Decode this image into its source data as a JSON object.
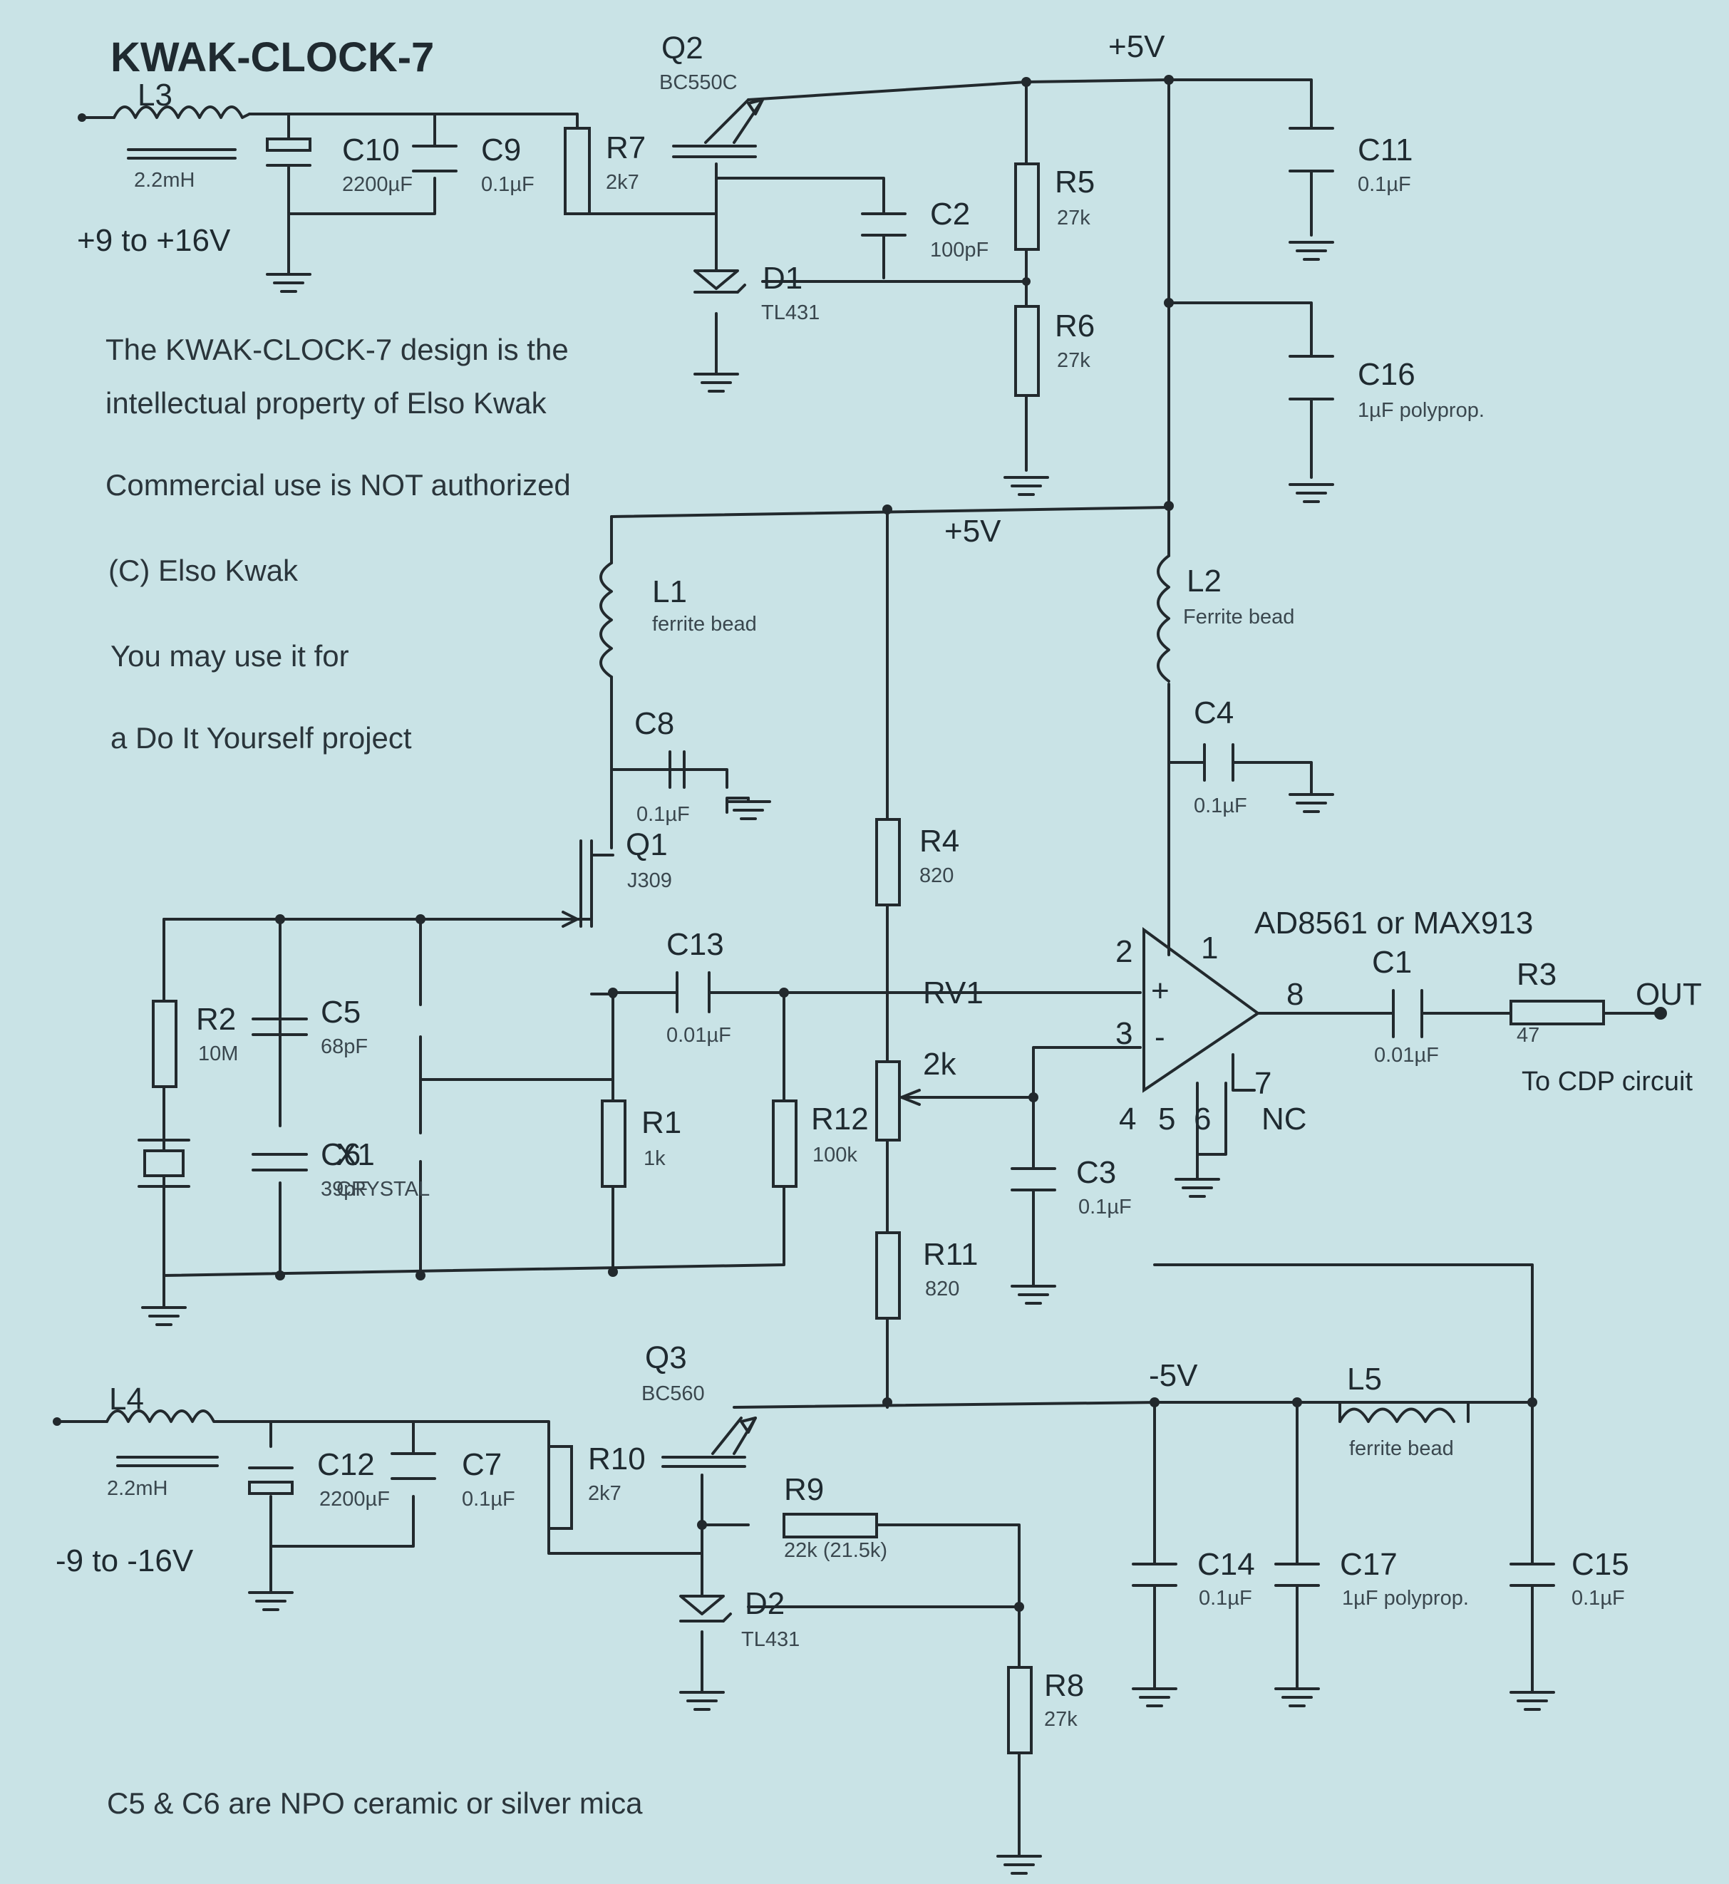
{
  "title": "KWAK-CLOCK-7",
  "notes": [
    "The KWAK-CLOCK-7 design is the",
    "intellectual property of Elso Kwak",
    "Commercial use is NOT authorized",
    "(C) Elso Kwak",
    "You may use it for",
    "a Do It Yourself project"
  ],
  "footer_note": "C5 & C6 are NPO ceramic or silver mica",
  "rails": {
    "pos_top": "+5V",
    "pos_mid": "+5V",
    "neg": "-5V"
  },
  "inputs": {
    "pos_supply": "+9 to +16V",
    "neg_supply": "-9 to -16V"
  },
  "opamp": {
    "name": "AD8561 or MAX913",
    "pin1": "1",
    "pin2": "2",
    "pin3": "3",
    "pin4": "4",
    "pin5": "5",
    "pin6": "6",
    "pin7": "7",
    "pin8": "8",
    "nc": "NC",
    "plus": "+",
    "minus": "-"
  },
  "output": {
    "label": "OUT",
    "dest": "To CDP circuit"
  },
  "components": {
    "L3": {
      "ref": "L3",
      "value": "2.2mH"
    },
    "C10": {
      "ref": "C10",
      "value": "2200µF"
    },
    "C9": {
      "ref": "C9",
      "value": "0.1µF"
    },
    "R7": {
      "ref": "R7",
      "value": "2k7"
    },
    "Q2": {
      "ref": "Q2",
      "value": "BC550C"
    },
    "C2": {
      "ref": "C2",
      "value": "100pF"
    },
    "D1": {
      "ref": "D1",
      "value": "TL431"
    },
    "R5": {
      "ref": "R5",
      "value": "27k"
    },
    "R6": {
      "ref": "R6",
      "value": "27k"
    },
    "C11": {
      "ref": "C11",
      "value": "0.1µF"
    },
    "C16": {
      "ref": "C16",
      "value": "1µF polyprop."
    },
    "L1": {
      "ref": "L1",
      "value": "ferrite bead"
    },
    "C8": {
      "ref": "C8",
      "value": "0.1µF"
    },
    "Q1": {
      "ref": "Q1",
      "value": "J309"
    },
    "L2": {
      "ref": "L2",
      "value": "Ferrite bead"
    },
    "C4": {
      "ref": "C4",
      "value": "0.1µF"
    },
    "R4": {
      "ref": "R4",
      "value": "820"
    },
    "C13": {
      "ref": "C13",
      "value": "0.01µF"
    },
    "RV1": {
      "ref": "RV1",
      "value": "2k"
    },
    "R2": {
      "ref": "R2",
      "value": "10M"
    },
    "C5": {
      "ref": "C5",
      "value": "68pF"
    },
    "C6": {
      "ref": "C6",
      "value": "39pF"
    },
    "X1": {
      "ref": "X1",
      "value": "CRYSTAL"
    },
    "R1": {
      "ref": "R1",
      "value": "1k"
    },
    "R12": {
      "ref": "R12",
      "value": "100k"
    },
    "C3": {
      "ref": "C3",
      "value": "0.1µF"
    },
    "R11": {
      "ref": "R11",
      "value": "820"
    },
    "C1": {
      "ref": "C1",
      "value": "0.01µF"
    },
    "R3": {
      "ref": "R3",
      "value": "47"
    },
    "L4": {
      "ref": "L4",
      "value": "2.2mH"
    },
    "C12": {
      "ref": "C12",
      "value": "2200µF"
    },
    "C7": {
      "ref": "C7",
      "value": "0.1µF"
    },
    "Q3": {
      "ref": "Q3",
      "value": "BC560"
    },
    "R10": {
      "ref": "R10",
      "value": "2k7"
    },
    "R9": {
      "ref": "R9",
      "value": "22k (21.5k)"
    },
    "D2": {
      "ref": "D2",
      "value": "TL431"
    },
    "R8": {
      "ref": "R8",
      "value": "27k"
    },
    "L5": {
      "ref": "L5",
      "value": "ferrite bead"
    },
    "C14": {
      "ref": "C14",
      "value": "0.1µF"
    },
    "C17": {
      "ref": "C17",
      "value": "1µF polyprop."
    },
    "C15": {
      "ref": "C15",
      "value": "0.1µF"
    }
  }
}
